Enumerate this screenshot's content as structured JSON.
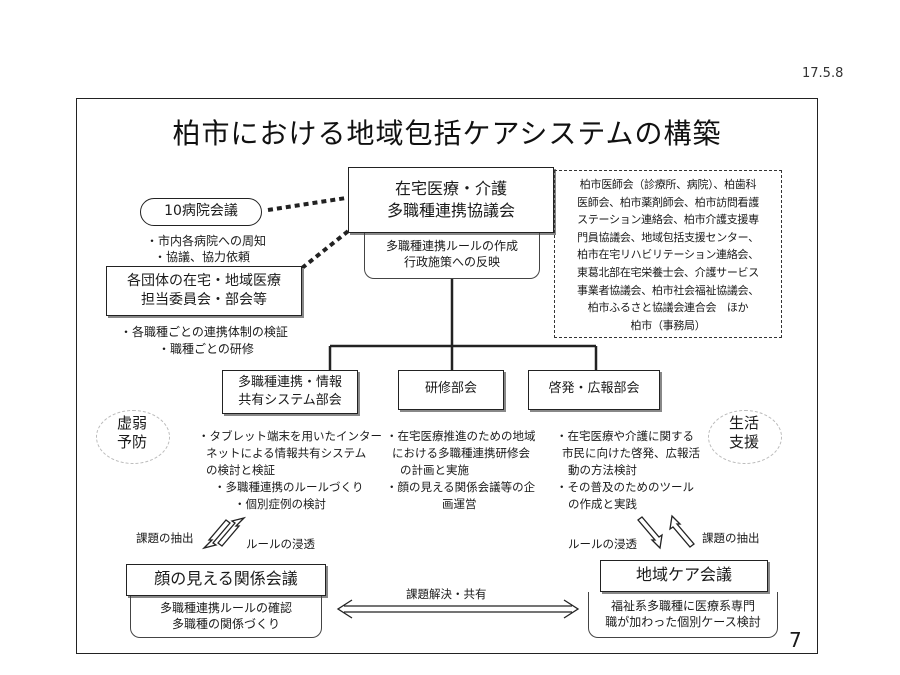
{
  "date": "17.5.8",
  "title": "柏市における地域包括ケアシステムの構築",
  "main_council": {
    "name_line1": "在宅医療・介護",
    "name_line2": "多職種連携協議会",
    "role_line1": "多職種連携ルールの作成",
    "role_line2": "行政施策への反映"
  },
  "members": [
    "柏市医師会（診療所、病院）、柏歯科",
    "医師会、柏市薬剤師会、柏市訪問看護",
    "ステーション連絡会、柏市介護支援専",
    "門員協議会、地域包括支援センター、",
    "柏市在宅リハビリテーション連絡会、",
    "東葛北部在宅栄養士会、介護サービス",
    "事業者協議会、柏市社会福祉協議会、",
    "柏市ふるさと協議会連合会　ほか",
    "柏市（事務局）"
  ],
  "hospital_council": {
    "name": "10病院会議",
    "notes": [
      "・市内各病院への周知",
      "・協議、協力依頼"
    ]
  },
  "group_committee": {
    "line1": "各団体の在宅・地域医療",
    "line2": "担当委員会・部会等",
    "notes": [
      "・各職種ごとの連携体制の検証",
      "・職種ごとの研修"
    ]
  },
  "subcommittees": [
    {
      "name_lines": [
        "多職種連携・情報",
        "共有システム部会"
      ],
      "desc": [
        "・タブレット端末を用いたインター",
        "ネットによる情報共有システム",
        "の検討と検証",
        "・多職種連携のルールづくり",
        "・個別症例の検討"
      ]
    },
    {
      "name_lines": [
        "研修部会"
      ],
      "desc": [
        "・在宅医療推進のための地域",
        "における多職種連携研修会",
        "の計画と実施",
        "・顔の見える関係会議等の企",
        "画運営"
      ]
    },
    {
      "name_lines": [
        "啓発・広報部会"
      ],
      "desc": [
        "・在宅医療や介護に関する",
        "市民に向けた啓発、広報活",
        "動の方法検討",
        "・その普及のためのツール",
        "の作成と実践"
      ]
    }
  ],
  "side_tags": {
    "left": [
      "虚弱",
      "予防"
    ],
    "right": [
      "生活",
      "支援"
    ]
  },
  "face_meeting": {
    "name": "顔の見える関係会議",
    "desc": [
      "多職種連携ルールの確認",
      "多職種の関係づくり"
    ]
  },
  "community_meeting": {
    "name": "地域ケア会議",
    "desc": [
      "福祉系多職種に医療系専門",
      "職が加わった個別ケース検討"
    ]
  },
  "arrow_labels": {
    "left_up": "課題の抽出",
    "left_down": "ルールの浸透",
    "right_down": "ルールの浸透",
    "right_up": "課題の抽出",
    "bottom": "課題解決・共有"
  },
  "page_number": "7"
}
